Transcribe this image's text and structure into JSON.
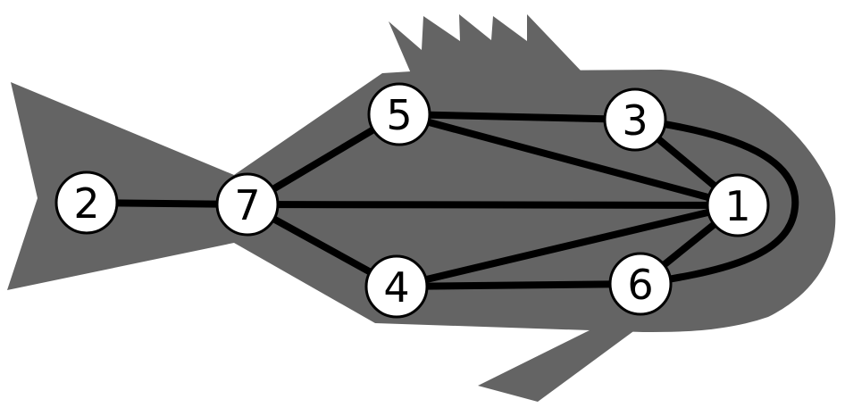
{
  "colors": {
    "background": "#ffffff",
    "fish_fill": "#646464",
    "edge": "#000000",
    "node_fill": "#ffffff",
    "node_stroke": "#000000"
  },
  "graph": {
    "nodes": [
      {
        "id": "1",
        "label": "1"
      },
      {
        "id": "2",
        "label": "2"
      },
      {
        "id": "3",
        "label": "3"
      },
      {
        "id": "4",
        "label": "4"
      },
      {
        "id": "5",
        "label": "5"
      },
      {
        "id": "6",
        "label": "6"
      },
      {
        "id": "7",
        "label": "7"
      }
    ],
    "edges": [
      {
        "from": "2",
        "to": "7"
      },
      {
        "from": "7",
        "to": "5"
      },
      {
        "from": "7",
        "to": "1"
      },
      {
        "from": "7",
        "to": "4"
      },
      {
        "from": "5",
        "to": "3"
      },
      {
        "from": "5",
        "to": "1"
      },
      {
        "from": "3",
        "to": "1"
      },
      {
        "from": "3",
        "to": "6",
        "curved": true
      },
      {
        "from": "4",
        "to": "1"
      },
      {
        "from": "4",
        "to": "6"
      },
      {
        "from": "6",
        "to": "1"
      }
    ]
  }
}
